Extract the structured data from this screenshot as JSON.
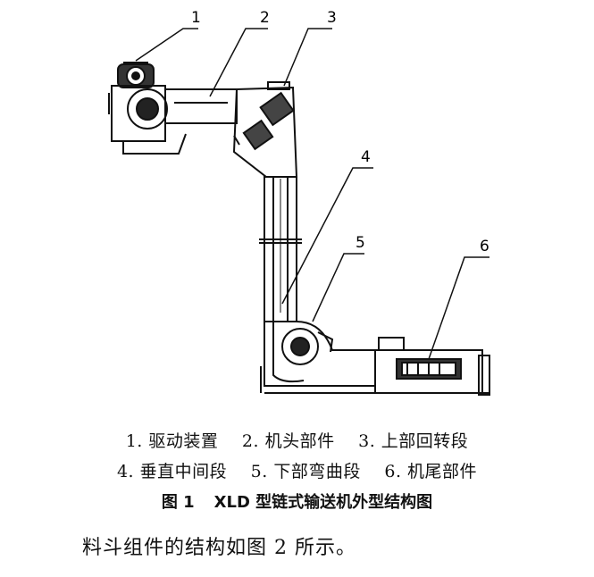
{
  "callouts": [
    "1",
    "2",
    "3",
    "4",
    "5",
    "6"
  ],
  "legend": {
    "row1": [
      "1. 驱动装置",
      "2. 机头部件",
      "3. 上部回转段"
    ],
    "row2": [
      "4. 垂直中间段",
      "5. 下部弯曲段",
      "6. 机尾部件"
    ]
  },
  "caption": {
    "number": "图 1",
    "title": "XLD 型链式输送机外型结构图"
  },
  "body_text": "料斗组件的结构如图 2 所示。"
}
